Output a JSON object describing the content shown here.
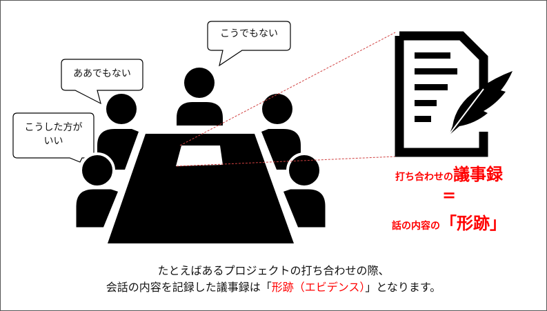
{
  "bubbles": {
    "top": "こうでもない",
    "left": "ああでもない",
    "far_left_line1": "こうした方が",
    "far_left_line2": "いい"
  },
  "minutes": {
    "prefix": "打ち合わせの",
    "emphasis": "議事録",
    "equals": "=",
    "trace_prefix": "話の内容の",
    "trace_emphasis": "「形跡」"
  },
  "caption": {
    "line1": "たとえばあるプロジェクトの打ち合わせの際、",
    "line2_before": "会話の内容を記録した議事録は「",
    "line2_red": "形跡（エビデンス）",
    "line2_after": "」となります。"
  },
  "colors": {
    "accent": "#ff0000",
    "dashed_line": "#d04040"
  }
}
